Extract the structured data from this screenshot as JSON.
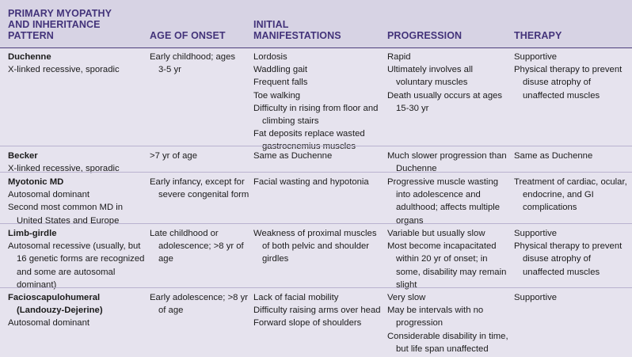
{
  "headers": [
    [
      "PRIMARY MYOPATHY",
      "AND INHERITANCE",
      "PATTERN"
    ],
    [
      "AGE OF ONSET"
    ],
    [
      "INITIAL",
      "MANIFESTATIONS"
    ],
    [
      "PROGRESSION"
    ],
    [
      "THERAPY"
    ]
  ],
  "rows": [
    {
      "cells": [
        [
          {
            "t": "Duchenne",
            "b": true
          },
          {
            "t": "X-linked recessive, sporadic"
          }
        ],
        [
          {
            "t": "Early childhood; ages"
          },
          {
            "t": "3-5 yr",
            "i": true
          }
        ],
        [
          {
            "t": "Lordosis"
          },
          {
            "t": "Waddling gait"
          },
          {
            "t": "Frequent falls"
          },
          {
            "t": "Toe walking"
          },
          {
            "t": "Difficulty in rising from floor and"
          },
          {
            "t": "climbing stairs",
            "i": true
          },
          {
            "t": "Fat deposits replace wasted"
          },
          {
            "t": "gastrocnemius muscles",
            "i": true
          }
        ],
        [
          {
            "t": "Rapid"
          },
          {
            "t": "Ultimately involves all"
          },
          {
            "t": "voluntary muscles",
            "i": true
          },
          {
            "t": "Death usually occurs at ages"
          },
          {
            "t": "15-30 yr",
            "i": true
          }
        ],
        [
          {
            "t": "Supportive"
          },
          {
            "t": "Physical therapy to prevent"
          },
          {
            "t": "disuse atrophy of",
            "i": true
          },
          {
            "t": "unaffected muscles",
            "i": true
          }
        ]
      ]
    },
    {
      "cells": [
        [
          {
            "t": "Becker",
            "b": true
          },
          {
            "t": "X-linked recessive, sporadic"
          }
        ],
        [
          {
            "t": ">7 yr of age"
          }
        ],
        [
          {
            "t": "Same as Duchenne"
          }
        ],
        [
          {
            "t": "Much slower progression than"
          },
          {
            "t": "Duchenne",
            "i": true
          }
        ],
        [
          {
            "t": "Same as Duchenne"
          }
        ]
      ]
    },
    {
      "cells": [
        [
          {
            "t": "Myotonic MD",
            "b": true
          },
          {
            "t": "Autosomal dominant"
          },
          {
            "t": "Second most common MD in"
          },
          {
            "t": "United States and Europe",
            "i": true
          }
        ],
        [
          {
            "t": "Early infancy, except for"
          },
          {
            "t": "severe congenital form",
            "i": true
          }
        ],
        [
          {
            "t": "Facial wasting and hypotonia"
          }
        ],
        [
          {
            "t": "Progressive muscle wasting"
          },
          {
            "t": "into adolescence and",
            "i": true
          },
          {
            "t": "adulthood; affects multiple",
            "i": true
          },
          {
            "t": "organs",
            "i": true
          }
        ],
        [
          {
            "t": "Treatment of cardiac, ocular,"
          },
          {
            "t": "endocrine, and GI",
            "i": true
          },
          {
            "t": "complications",
            "i": true
          }
        ]
      ]
    },
    {
      "cells": [
        [
          {
            "t": "Limb-girdle",
            "b": true
          },
          {
            "t": "Autosomal recessive (usually, but"
          },
          {
            "t": "16 genetic forms are recognized",
            "i": true
          },
          {
            "t": "and some are autosomal",
            "i": true
          },
          {
            "t": "dominant)",
            "i": true
          }
        ],
        [
          {
            "t": "Late childhood or"
          },
          {
            "t": "adolescence; >8 yr of",
            "i": true
          },
          {
            "t": "age",
            "i": true
          }
        ],
        [
          {
            "t": "Weakness of proximal muscles"
          },
          {
            "t": "of both pelvic and shoulder",
            "i": true
          },
          {
            "t": "girdles",
            "i": true
          }
        ],
        [
          {
            "t": "Variable but usually slow"
          },
          {
            "t": "Most become incapacitated"
          },
          {
            "t": "within 20 yr of onset; in",
            "i": true
          },
          {
            "t": "some, disability may remain",
            "i": true
          },
          {
            "t": "slight",
            "i": true
          }
        ],
        [
          {
            "t": "Supportive"
          },
          {
            "t": "Physical therapy to prevent"
          },
          {
            "t": "disuse atrophy of",
            "i": true
          },
          {
            "t": "unaffected muscles",
            "i": true
          }
        ]
      ]
    },
    {
      "cells": [
        [
          {
            "t": "Facioscapulohumeral",
            "b": true
          },
          {
            "t": "(Landouzy-Dejerine)",
            "b": true,
            "i": true
          },
          {
            "t": "Autosomal dominant"
          }
        ],
        [
          {
            "t": "Early adolescence; >8 yr"
          },
          {
            "t": "of age",
            "i": true
          }
        ],
        [
          {
            "t": "Lack of facial mobility"
          },
          {
            "t": "Difficulty raising arms over head"
          },
          {
            "t": "Forward slope of shoulders"
          }
        ],
        [
          {
            "t": "Very slow"
          },
          {
            "t": "May be intervals with no"
          },
          {
            "t": "progression",
            "i": true
          },
          {
            "t": "Considerable disability in time,"
          },
          {
            "t": "but life span unaffected",
            "i": true
          }
        ],
        [
          {
            "t": "Supportive"
          }
        ]
      ]
    }
  ]
}
